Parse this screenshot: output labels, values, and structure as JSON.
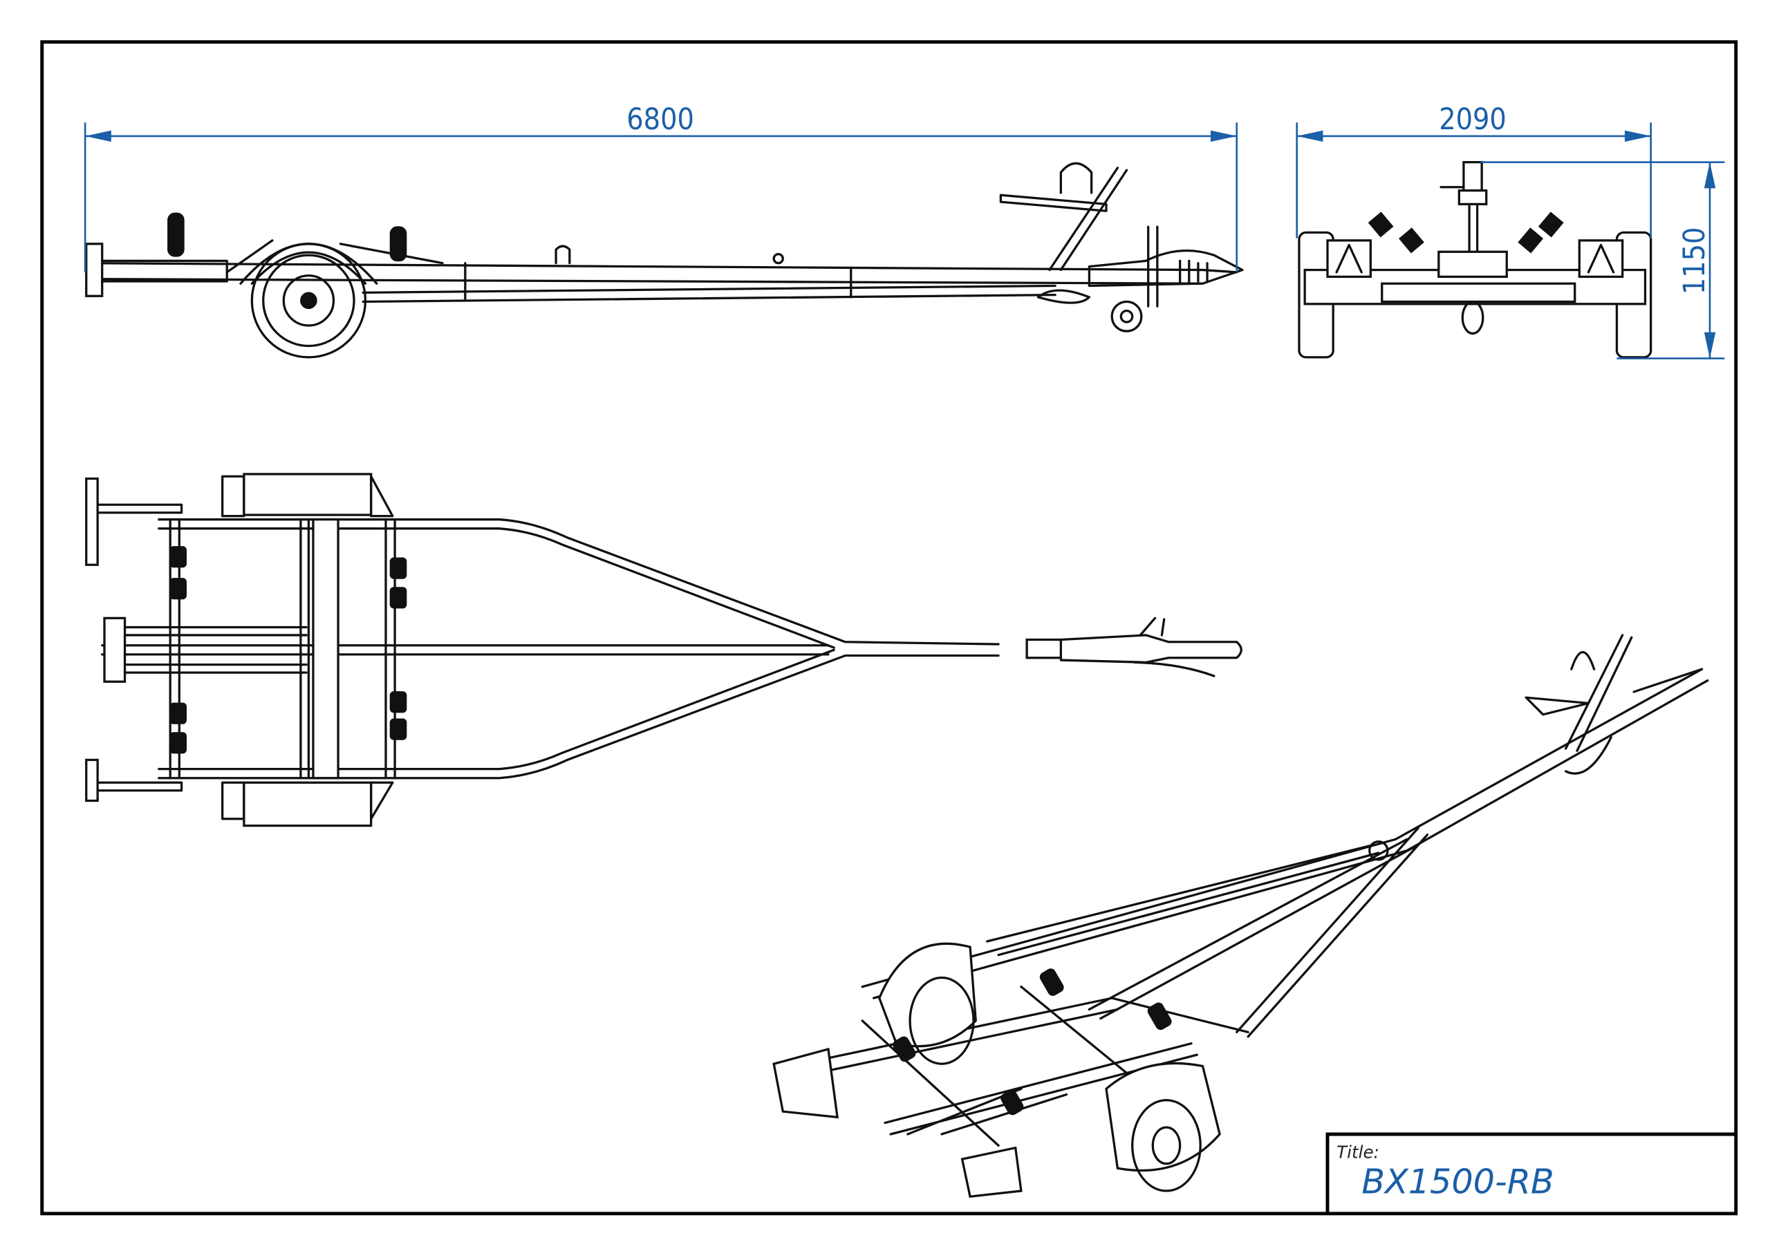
{
  "drawing": {
    "dimensions": {
      "overall_length": "6800",
      "overall_width": "2090",
      "overall_height": "1150"
    },
    "title_block": {
      "label": "Title:",
      "value": "BX1500-RB"
    },
    "colors": {
      "dimension": "#1a5fa8",
      "linework": "#111111"
    }
  }
}
